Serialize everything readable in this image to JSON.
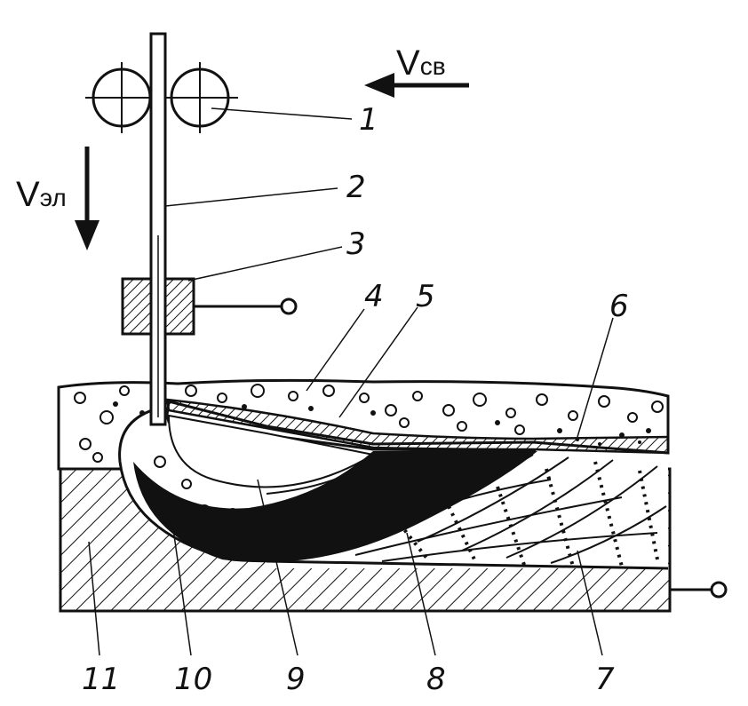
{
  "velocities": {
    "weld_symbol": "V",
    "weld_subscript": "св",
    "electrode_symbol": "V",
    "electrode_subscript": "эл"
  },
  "callouts": [
    "1",
    "2",
    "3",
    "4",
    "5",
    "6",
    "7",
    "8",
    "9",
    "10",
    "11"
  ],
  "colors": {
    "ink": "#111111",
    "paper": "#ffffff"
  }
}
